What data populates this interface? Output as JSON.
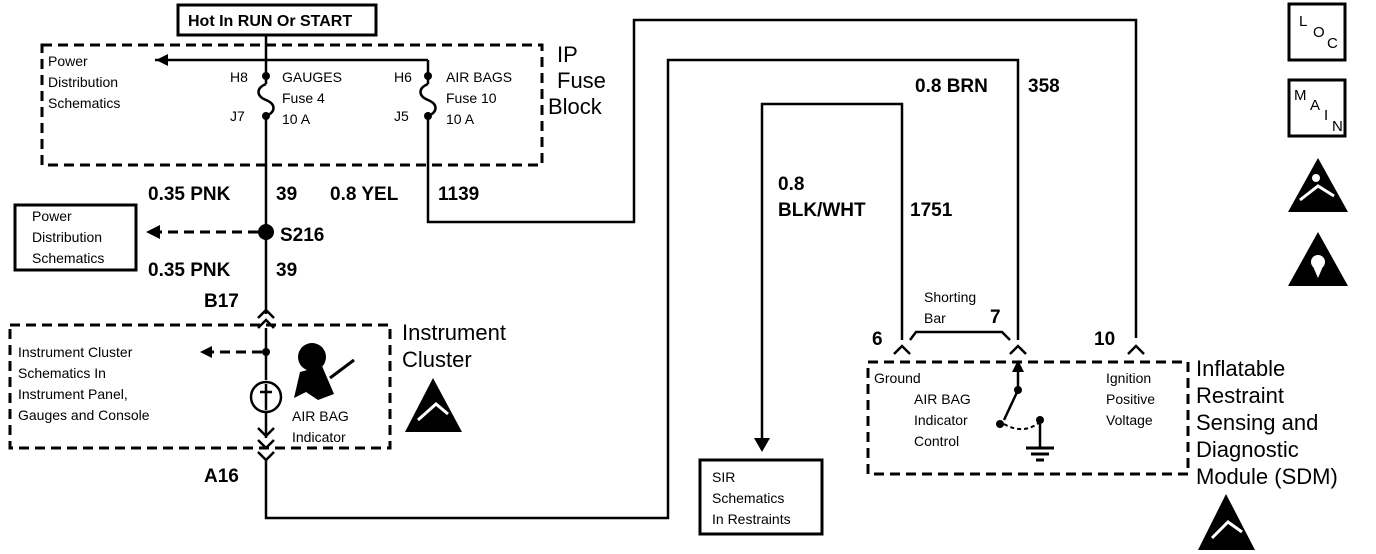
{
  "supply": {
    "hot_label": "Hot In RUN Or START"
  },
  "fuse_block": {
    "name_line1": "IP",
    "name_line2": "Fuse",
    "name_line3": "Block",
    "pd_line1": "Power",
    "pd_line2": "Distribution",
    "pd_line3": "Schematics",
    "gauges_fuse": {
      "top_pin": "H8",
      "bottom_pin": "J7",
      "line1": "GAUGES",
      "line2": "Fuse 4",
      "line3": "10 A"
    },
    "airbag_fuse": {
      "top_pin": "H6",
      "bottom_pin": "J5",
      "line1": "AIR BAGS",
      "line2": "Fuse 10",
      "line3": "10 A"
    }
  },
  "wires": {
    "pnk_upper": {
      "color": "0.35 PNK",
      "circuit": "39"
    },
    "yel": {
      "color": "0.8 YEL",
      "circuit": "1139"
    },
    "splice": "S216",
    "pnk_lower": {
      "color": "0.35 PNK",
      "circuit": "39"
    },
    "brn": {
      "color": "0.8 BRN",
      "circuit": "358"
    },
    "blk": {
      "color_line1": "0.8",
      "color_line2": "BLK/WHT",
      "circuit": "1751"
    }
  },
  "power_dist_box": {
    "line1": "Power",
    "line2": "Distribution",
    "line3": "Schematics"
  },
  "cluster": {
    "connector_top": "B17",
    "connector_bottom": "A16",
    "name_line1": "Instrument",
    "name_line2": "Cluster",
    "ref_line1": "Instrument Cluster",
    "ref_line2": "Schematics In",
    "ref_line3": "Instrument Panel,",
    "ref_line4": "Gauges and Console",
    "indicator_line1": "AIR BAG",
    "indicator_line2": "Indicator"
  },
  "sir_box": {
    "line1": "SIR",
    "line2": "Schematics",
    "line3": "In Restraints"
  },
  "sdm": {
    "pin_ground": "6",
    "pin_shorting": "7",
    "pin_ignition": "10",
    "shorting_line1": "Shorting",
    "shorting_line2": "Bar",
    "ground_label": "Ground",
    "control_line1": "AIR BAG",
    "control_line2": "Indicator",
    "control_line3": "Control",
    "ign_line1": "Ignition",
    "ign_line2": "Positive",
    "ign_line3": "Voltage",
    "name_line1": "Inflatable",
    "name_line2": "Restraint",
    "name_line3": "Sensing and",
    "name_line4": "Diagnostic",
    "name_line5": "Module (SDM)"
  },
  "sidebar": {
    "loc_L": "L",
    "loc_O": "O",
    "loc_C": "C",
    "main_M": "M",
    "main_A": "A",
    "main_I": "I",
    "main_N": "N"
  },
  "icons": [
    "esd-warning-icon",
    "caution-triangle-icon"
  ]
}
